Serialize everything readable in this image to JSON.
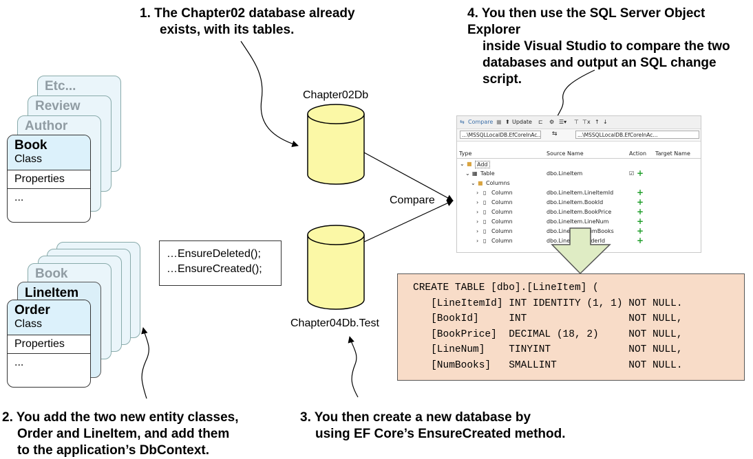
{
  "callouts": {
    "c1": {
      "num": "1.",
      "line1": "The Chapter02 database already",
      "line2": "exists, with its tables."
    },
    "c2": {
      "num": "2.",
      "line1": "You add the two new entity classes,",
      "line2": "Order and LineItem, and add them",
      "line3": "to the application’s DbContext."
    },
    "c3": {
      "num": "3.",
      "line1": "You then create a new database by",
      "line2": "using EF Core’s EnsureCreated method."
    },
    "c4": {
      "num": "4.",
      "line1": "You then use the SQL Server Object Explorer",
      "line2": "inside Visual Studio to compare the two",
      "line3": "databases and output an SQL change script."
    }
  },
  "top_stack": {
    "back_titles": [
      "Etc...",
      "Review",
      "Author"
    ],
    "front": {
      "name": "Book",
      "kind": "Class",
      "row1": "Properties",
      "row2": "..."
    }
  },
  "bottom_stack": {
    "back_titles": [
      "Book",
      "LineItem"
    ],
    "front": {
      "name": "Order",
      "kind": "Class",
      "row1": "Properties",
      "row2": "..."
    }
  },
  "code_calls": {
    "line1": "…EnsureDeleted();",
    "line2": "…EnsureCreated();"
  },
  "databases": {
    "top": "Chapter02Db",
    "bottom": "Chapter04Db.Test"
  },
  "compare_label": "Compare",
  "ssoe": {
    "toolbar": {
      "compare": "Compare",
      "update": "Update"
    },
    "left_path": "...\\MSSQLLocalDB.EfCoreInAc...",
    "right_path": "...\\MSSQLLocalDB.EfCoreInAc...",
    "swap": "⇆",
    "headers": {
      "type": "Type",
      "source": "Source Name",
      "action": "Action",
      "target": "Target Name"
    },
    "rows": [
      {
        "type": "Add",
        "source": ""
      },
      {
        "type": "Table",
        "source": "dbo.LineItem"
      },
      {
        "type": "Columns",
        "source": ""
      },
      {
        "type": "Column",
        "source": "dbo.LineItem.LineItemId"
      },
      {
        "type": "Column",
        "source": "dbo.LineItem.BookId"
      },
      {
        "type": "Column",
        "source": "dbo.LineItem.BookPrice"
      },
      {
        "type": "Column",
        "source": "dbo.LineItem.LineNum"
      },
      {
        "type": "Column",
        "source": "dbo.LineItem.NumBooks"
      },
      {
        "type": "Column",
        "source": "dbo.LineItem.OrderId"
      }
    ]
  },
  "sql_lines": [
    "CREATE TABLE [dbo].[LineItem] (",
    "   [LineItemId] INT IDENTITY (1, 1) NOT NULL.",
    "   [BookId]     INT                 NOT NULL,",
    "   [BookPrice]  DECIMAL (18, 2)     NOT NULL,",
    "   [LineNum]    TINYINT             NOT NULL,",
    "   [NumBooks]   SMALLINT            NOT NULL."
  ],
  "colors": {
    "db_fill": "#fbf8a6",
    "entity_head": "#dcf1fb",
    "sql_bg": "#f8dcc8",
    "arrow_fill": "#dfecc4",
    "add_plus": "#1f9e2a"
  }
}
